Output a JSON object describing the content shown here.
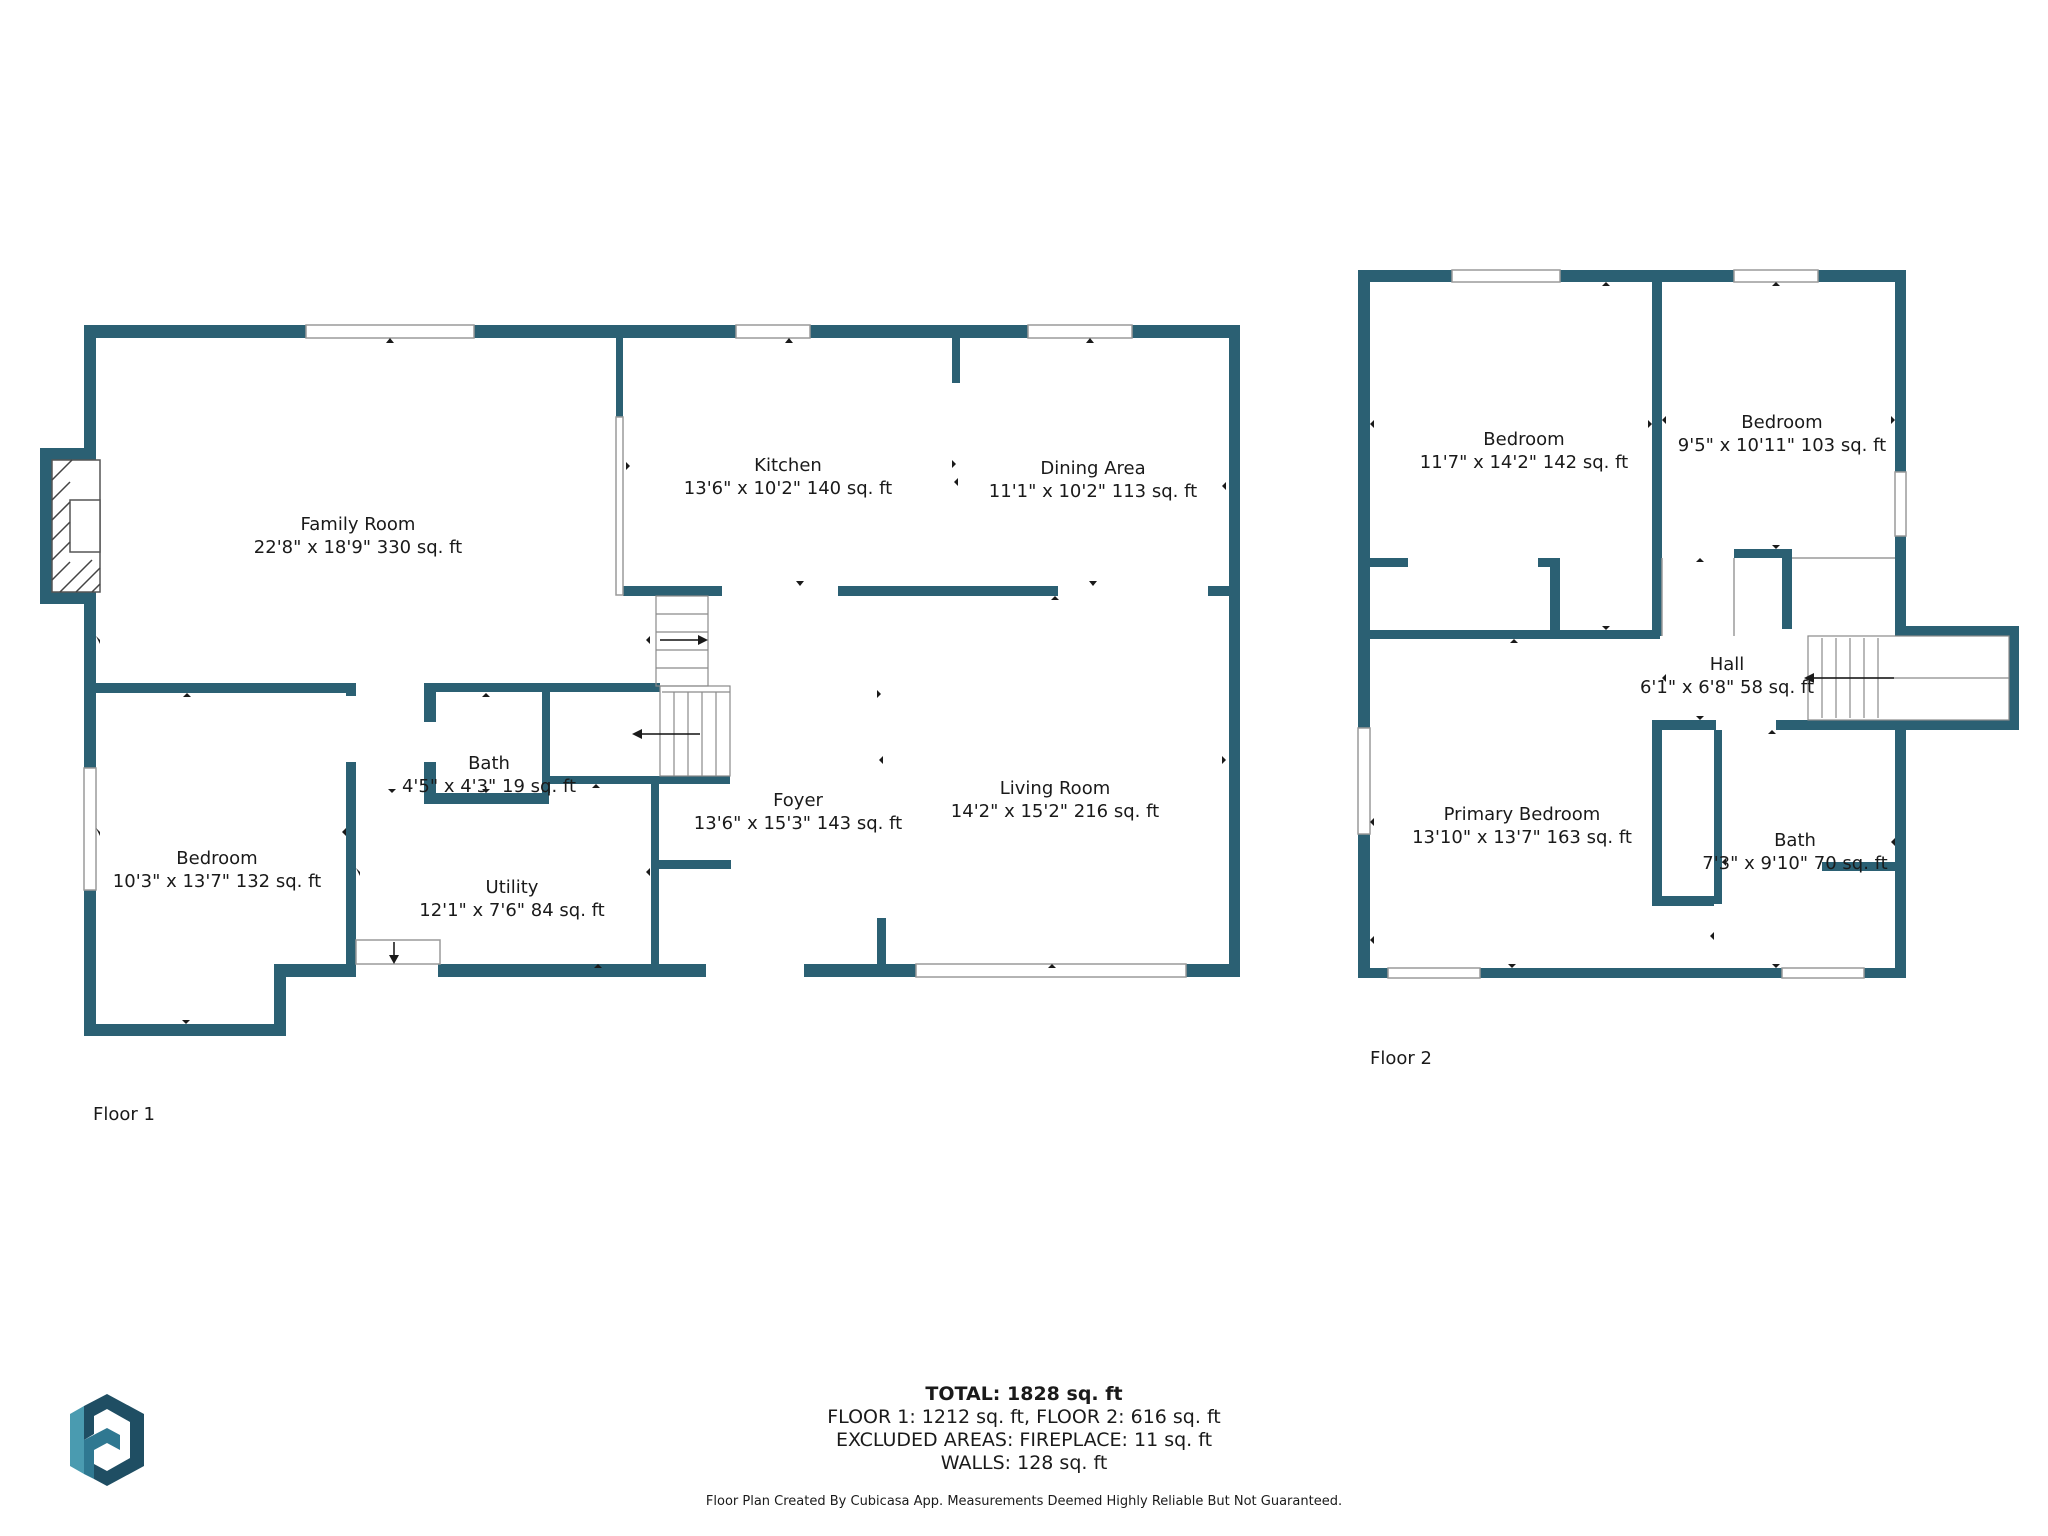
{
  "floors": [
    {
      "label": "Floor 1",
      "rooms": [
        {
          "name": "Family Room",
          "size": "22'8\" x 18'9\" 330 sq. ft"
        },
        {
          "name": "Kitchen",
          "size": "13'6\" x 10'2\" 140 sq. ft"
        },
        {
          "name": "Dining Area",
          "size": "11'1\" x 10'2\" 113 sq. ft"
        },
        {
          "name": "Bedroom",
          "size": "10'3\" x 13'7\" 132 sq. ft"
        },
        {
          "name": "Bath",
          "size": "4'5\" x 4'3\" 19 sq. ft"
        },
        {
          "name": "Utility",
          "size": "12'1\" x 7'6\" 84 sq. ft"
        },
        {
          "name": "Foyer",
          "size": "13'6\" x 15'3\" 143 sq. ft"
        },
        {
          "name": "Living Room",
          "size": "14'2\" x 15'2\" 216 sq. ft"
        }
      ]
    },
    {
      "label": "Floor 2",
      "rooms": [
        {
          "name": "Bedroom",
          "size": "11'7\" x 14'2\" 142 sq. ft"
        },
        {
          "name": "Bedroom",
          "size": "9'5\" x 10'11\" 103 sq. ft"
        },
        {
          "name": "Hall",
          "size": "6'1\" x 6'8\" 58 sq. ft"
        },
        {
          "name": "Primary Bedroom",
          "size": "13'10\" x 13'7\" 163 sq. ft"
        },
        {
          "name": "Bath",
          "size": "7'3\" x 9'10\" 70 sq. ft"
        }
      ]
    }
  ],
  "summary": {
    "total": "TOTAL: 1828 sq. ft",
    "floors": "FLOOR 1: 1212 sq. ft, FLOOR 2: 616 sq. ft",
    "excluded": "EXCLUDED AREAS: FIREPLACE: 11 sq. ft",
    "walls": "WALLS: 128 sq. ft"
  },
  "disclaimer": "Floor Plan Created By Cubicasa App. Measurements Deemed Highly Reliable But Not Guaranteed.",
  "colors": {
    "wall": "#2b6073",
    "logo_dark": "#1f4e63",
    "logo_light": "#4a9bb0"
  },
  "logo_icon": "cubicasa-logo-icon"
}
